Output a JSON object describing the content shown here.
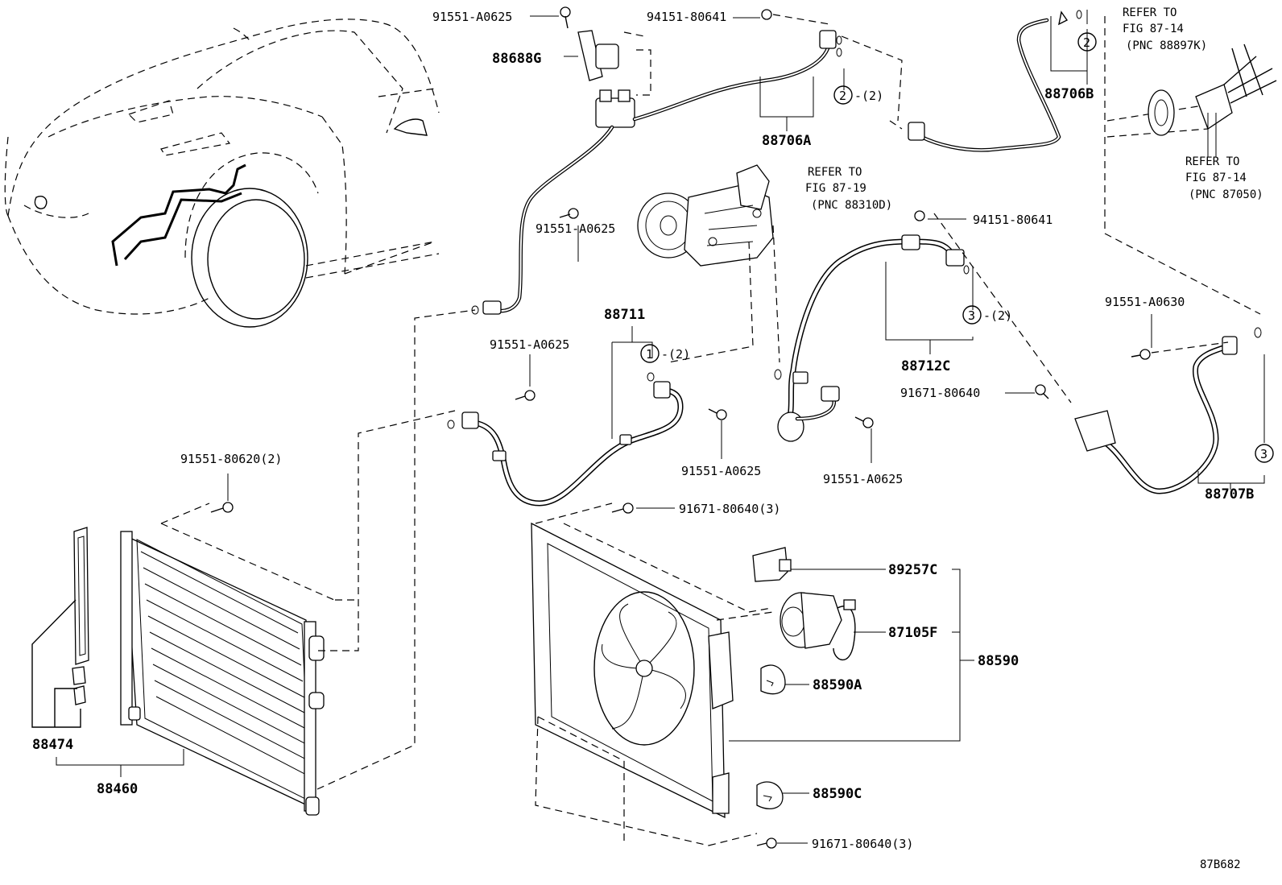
{
  "labels": {
    "b91551_A0625_top": "91551-A0625",
    "b94151_80641_top": "94151-80641",
    "p88688G": "88688G",
    "p88706A": "88706A",
    "p88706B": "88706B",
    "o2_a": "2",
    "o2_b": "2",
    "o2_qty": "-(2)",
    "refer1_l1": "REFER TO",
    "refer1_l2": "FIG 87-14",
    "refer1_l3": "(PNC 88897K)",
    "refer2_l1": "REFER TO",
    "refer2_l2": "FIG 87-14",
    "refer2_l3": "(PNC 87050)",
    "refer3_l1": "REFER TO",
    "refer3_l2": "FIG 87-19",
    "refer3_l3": "(PNC 88310D)",
    "b94151_80641_mid": "94151-80641",
    "b91551_A0625_mid": "91551-A0625",
    "p88711": "88711",
    "o1": "1",
    "o1_qty": "-(2)",
    "b91551_A0625_left": "91551-A0625",
    "b91551_A0625_center": "91551-A0625",
    "b91551_A0625_right": "91551-A0625",
    "p88712C": "88712C",
    "o3_a": "3",
    "o3_b": "3",
    "o3_qty": "-(2)",
    "b91551_A0630": "91551-A0630",
    "b91671_80640_right": "91671-80640",
    "p88707B": "88707B",
    "b91551_80620": "91551-80620(2)",
    "b91671_80640_fan_top": "91671-80640(3)",
    "b91671_80640_fan_bottom": "91671-80640(3)",
    "p89257C": "89257C",
    "p87105F": "87105F",
    "p88590": "88590",
    "p88590A": "88590A",
    "p88590C": "88590C",
    "p88474": "88474",
    "p88460": "88460",
    "figure_code": "87B682"
  }
}
